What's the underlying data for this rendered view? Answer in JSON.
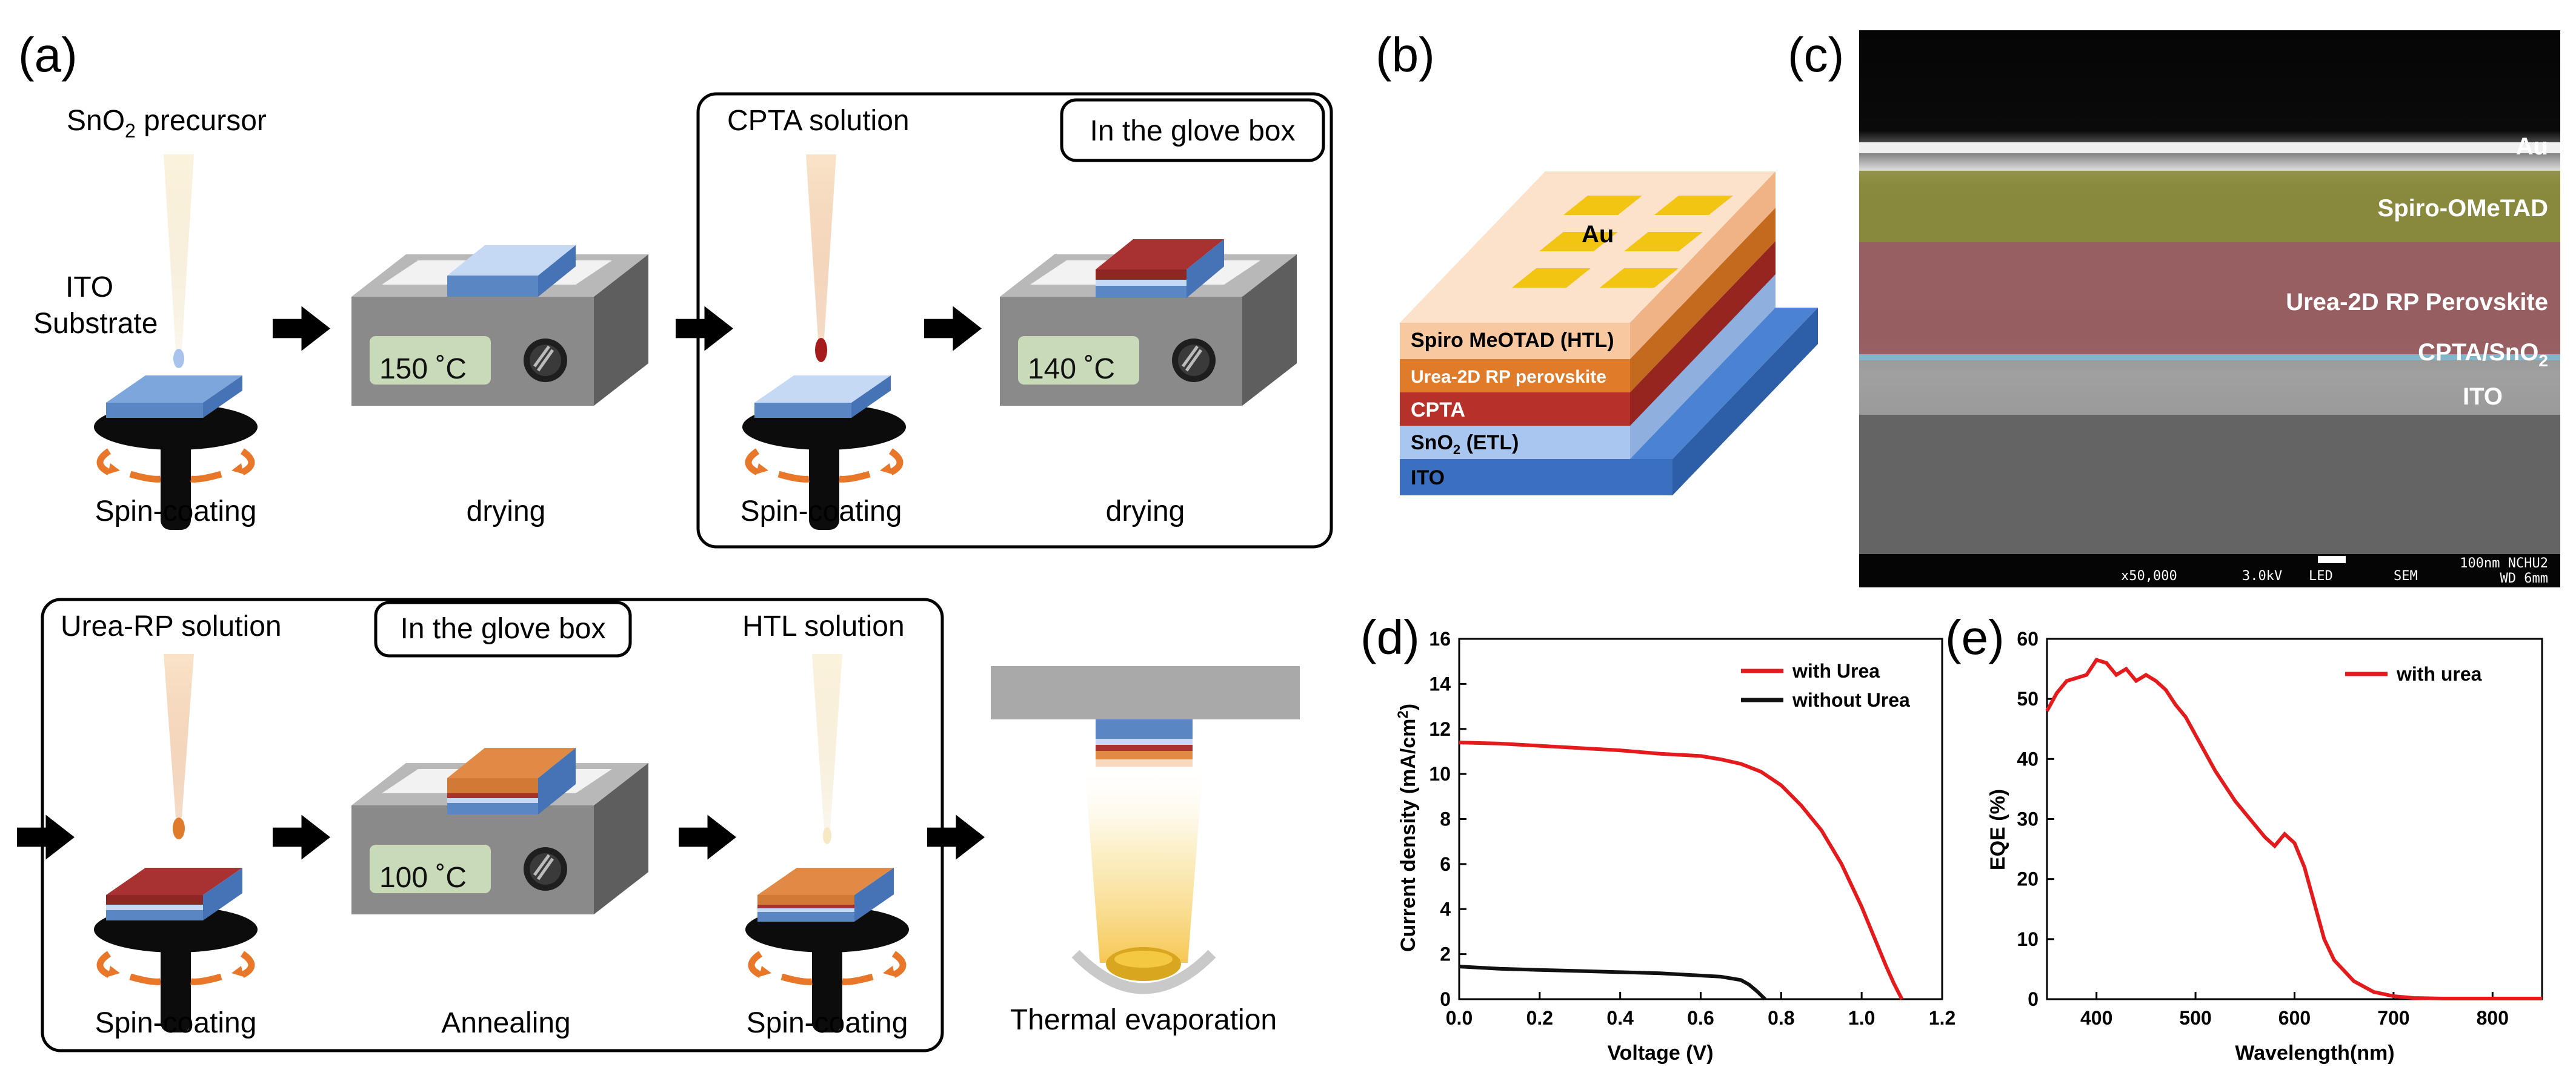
{
  "panel_labels": {
    "a": "(a)",
    "b": "(b)",
    "c": "(c)",
    "d": "(d)",
    "e": "(e)"
  },
  "process": {
    "sno2_label": "SnO",
    "sno2_sub": "2",
    "sno2_suffix": " precursor",
    "ito_line1": "ITO",
    "ito_line2": "Substrate",
    "cpta_solution": "CPTA solution",
    "glove_box": "In the glove box",
    "urea_solution": "Urea-RP solution",
    "htl_solution": "HTL solution",
    "temp_150": "150 ˚C",
    "temp_140": "140 ˚C",
    "temp_100": "100 ˚C",
    "spin_coating": "Spin-coating",
    "drying": "drying",
    "annealing": "Annealing",
    "thermal_evaporation": "Thermal evaporation"
  },
  "device": {
    "au": "Au",
    "spiro": "Spiro MeOTAD (HTL)",
    "urea": "Urea-2D RP perovskite",
    "cpta": "CPTA",
    "sno2": "SnO",
    "sno2_sub": "2",
    "sno2_suffix": " (ETL)",
    "ito": "ITO",
    "colors": {
      "spiro": "#f8c9a0",
      "urea": "#e07b2a",
      "cpta": "#b5312a",
      "sno2": "#a9c6f0",
      "ito": "#3b70c0",
      "au": "#f2c512"
    }
  },
  "sem": {
    "au": "Au",
    "spiro": "Spiro-OMeTAD",
    "perovskite": "Urea-2D RP Perovskite",
    "cpta": "CPTA/SnO",
    "cpta_sub": "2",
    "ito": "ITO",
    "footer_mag": "x50,000",
    "footer_kv": "3.0kV",
    "footer_led": "LED",
    "footer_sem": "SEM",
    "footer_scale": "100nm NCHU2",
    "footer_wd": "WD 6mm"
  },
  "chart_data": [
    {
      "type": "line",
      "title": "",
      "xlabel": "Voltage (V)",
      "ylabel": "Current density (mA/cm",
      "ylabel_sup": "2",
      "ylabel_end": ")",
      "xlim": [
        0.0,
        1.2
      ],
      "ylim": [
        0,
        16
      ],
      "xticks": [
        "0.0",
        "0.2",
        "0.4",
        "0.6",
        "0.8",
        "1.0",
        "1.2"
      ],
      "yticks": [
        "0",
        "2",
        "4",
        "6",
        "8",
        "10",
        "12",
        "14",
        "16"
      ],
      "legend_position": "top-right",
      "series": [
        {
          "name": "with Urea",
          "color": "#e41a1c",
          "x": [
            0.0,
            0.1,
            0.2,
            0.3,
            0.4,
            0.5,
            0.6,
            0.65,
            0.7,
            0.75,
            0.8,
            0.85,
            0.9,
            0.95,
            1.0,
            1.03,
            1.06,
            1.08,
            1.1
          ],
          "y": [
            11.4,
            11.35,
            11.25,
            11.15,
            11.05,
            10.9,
            10.8,
            10.65,
            10.45,
            10.1,
            9.5,
            8.6,
            7.5,
            6.0,
            4.1,
            2.8,
            1.5,
            0.7,
            0.0
          ]
        },
        {
          "name": "without Urea",
          "color": "#111111",
          "x": [
            0.0,
            0.1,
            0.2,
            0.3,
            0.4,
            0.5,
            0.6,
            0.65,
            0.7,
            0.72,
            0.74,
            0.76
          ],
          "y": [
            1.45,
            1.35,
            1.3,
            1.25,
            1.2,
            1.15,
            1.05,
            1.0,
            0.85,
            0.65,
            0.35,
            0.0
          ]
        }
      ]
    },
    {
      "type": "line",
      "title": "",
      "xlabel": "Wavelength(nm)",
      "ylabel": "EQE (%)",
      "xlim": [
        350,
        850
      ],
      "ylim": [
        0,
        60
      ],
      "xticks": [
        "400",
        "500",
        "600",
        "700",
        "800"
      ],
      "yticks": [
        "0",
        "10",
        "20",
        "30",
        "40",
        "50",
        "60"
      ],
      "legend_position": "top-right",
      "series": [
        {
          "name": "with urea",
          "color": "#e41a1c",
          "x": [
            350,
            360,
            370,
            380,
            390,
            400,
            410,
            420,
            430,
            440,
            450,
            460,
            470,
            480,
            490,
            500,
            520,
            540,
            560,
            570,
            580,
            590,
            600,
            610,
            620,
            630,
            640,
            660,
            680,
            700,
            720,
            750,
            800,
            850
          ],
          "y": [
            48,
            51,
            53,
            53.5,
            54,
            56.5,
            56,
            54,
            55,
            53,
            54,
            53,
            51.5,
            49,
            47,
            44,
            38,
            33,
            29,
            27,
            25.5,
            27.5,
            26,
            22,
            16,
            10,
            6.5,
            3,
            1.2,
            0.5,
            0.2,
            0.1,
            0.1,
            0.1
          ]
        }
      ]
    }
  ]
}
